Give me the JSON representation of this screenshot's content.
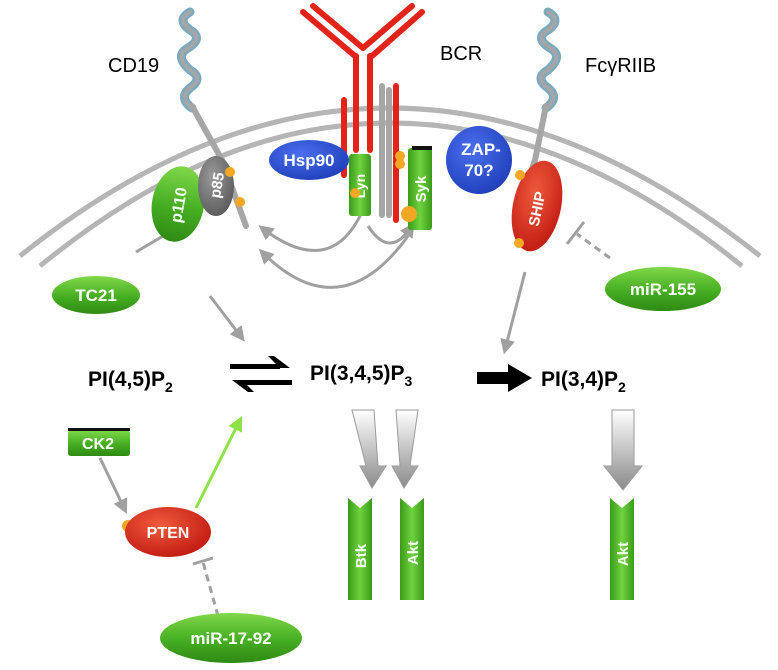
{
  "receptors": {
    "cd19": "CD19",
    "bcr": "BCR",
    "fcgr2b": "FcγRIIB"
  },
  "proteins": {
    "p110": "p110",
    "p85": "p85",
    "hsp90": "Hsp90",
    "lyn": "Lyn",
    "syk": "Syk",
    "zap70_line1": "ZAP-",
    "zap70_line2": "70?",
    "ship": "SHIP",
    "tc21": "TC21",
    "mir155": "miR-155",
    "ck2": "CK2",
    "pten": "PTEN",
    "mir1792": "miR-17-92",
    "btk": "Btk",
    "akt_left": "Akt",
    "akt_right": "Akt"
  },
  "lipids": {
    "pip2": {
      "main": "PI(4,5)P",
      "sub": "2"
    },
    "pip3": {
      "main": "PI(3,4,5)P",
      "sub": "3"
    },
    "pi34p2": {
      "main": "PI(3,4)P",
      "sub": "2"
    }
  },
  "colors": {
    "green": "#4fb324",
    "red": "#d9261c",
    "blue": "#2a4fd0",
    "grey": "#a0a0a0",
    "membrane": "#b5b5b5",
    "phosphate": "#f5a623",
    "lightgreen": "#8fe04a"
  }
}
